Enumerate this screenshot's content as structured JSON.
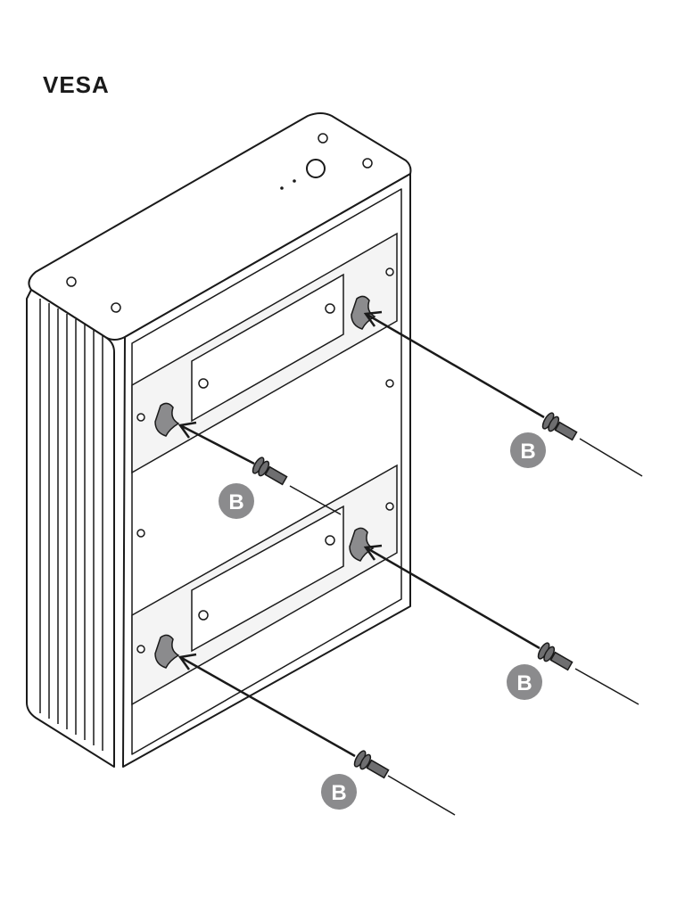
{
  "title": "VESA",
  "screw_label": "B",
  "colors": {
    "badge": "#8b8b8d",
    "line": "#1a1a1a",
    "panel": "#e6e6e6",
    "screw": "#6e6e70"
  },
  "screws": [
    {
      "label": "B"
    },
    {
      "label": "B"
    },
    {
      "label": "B"
    },
    {
      "label": "B"
    }
  ]
}
